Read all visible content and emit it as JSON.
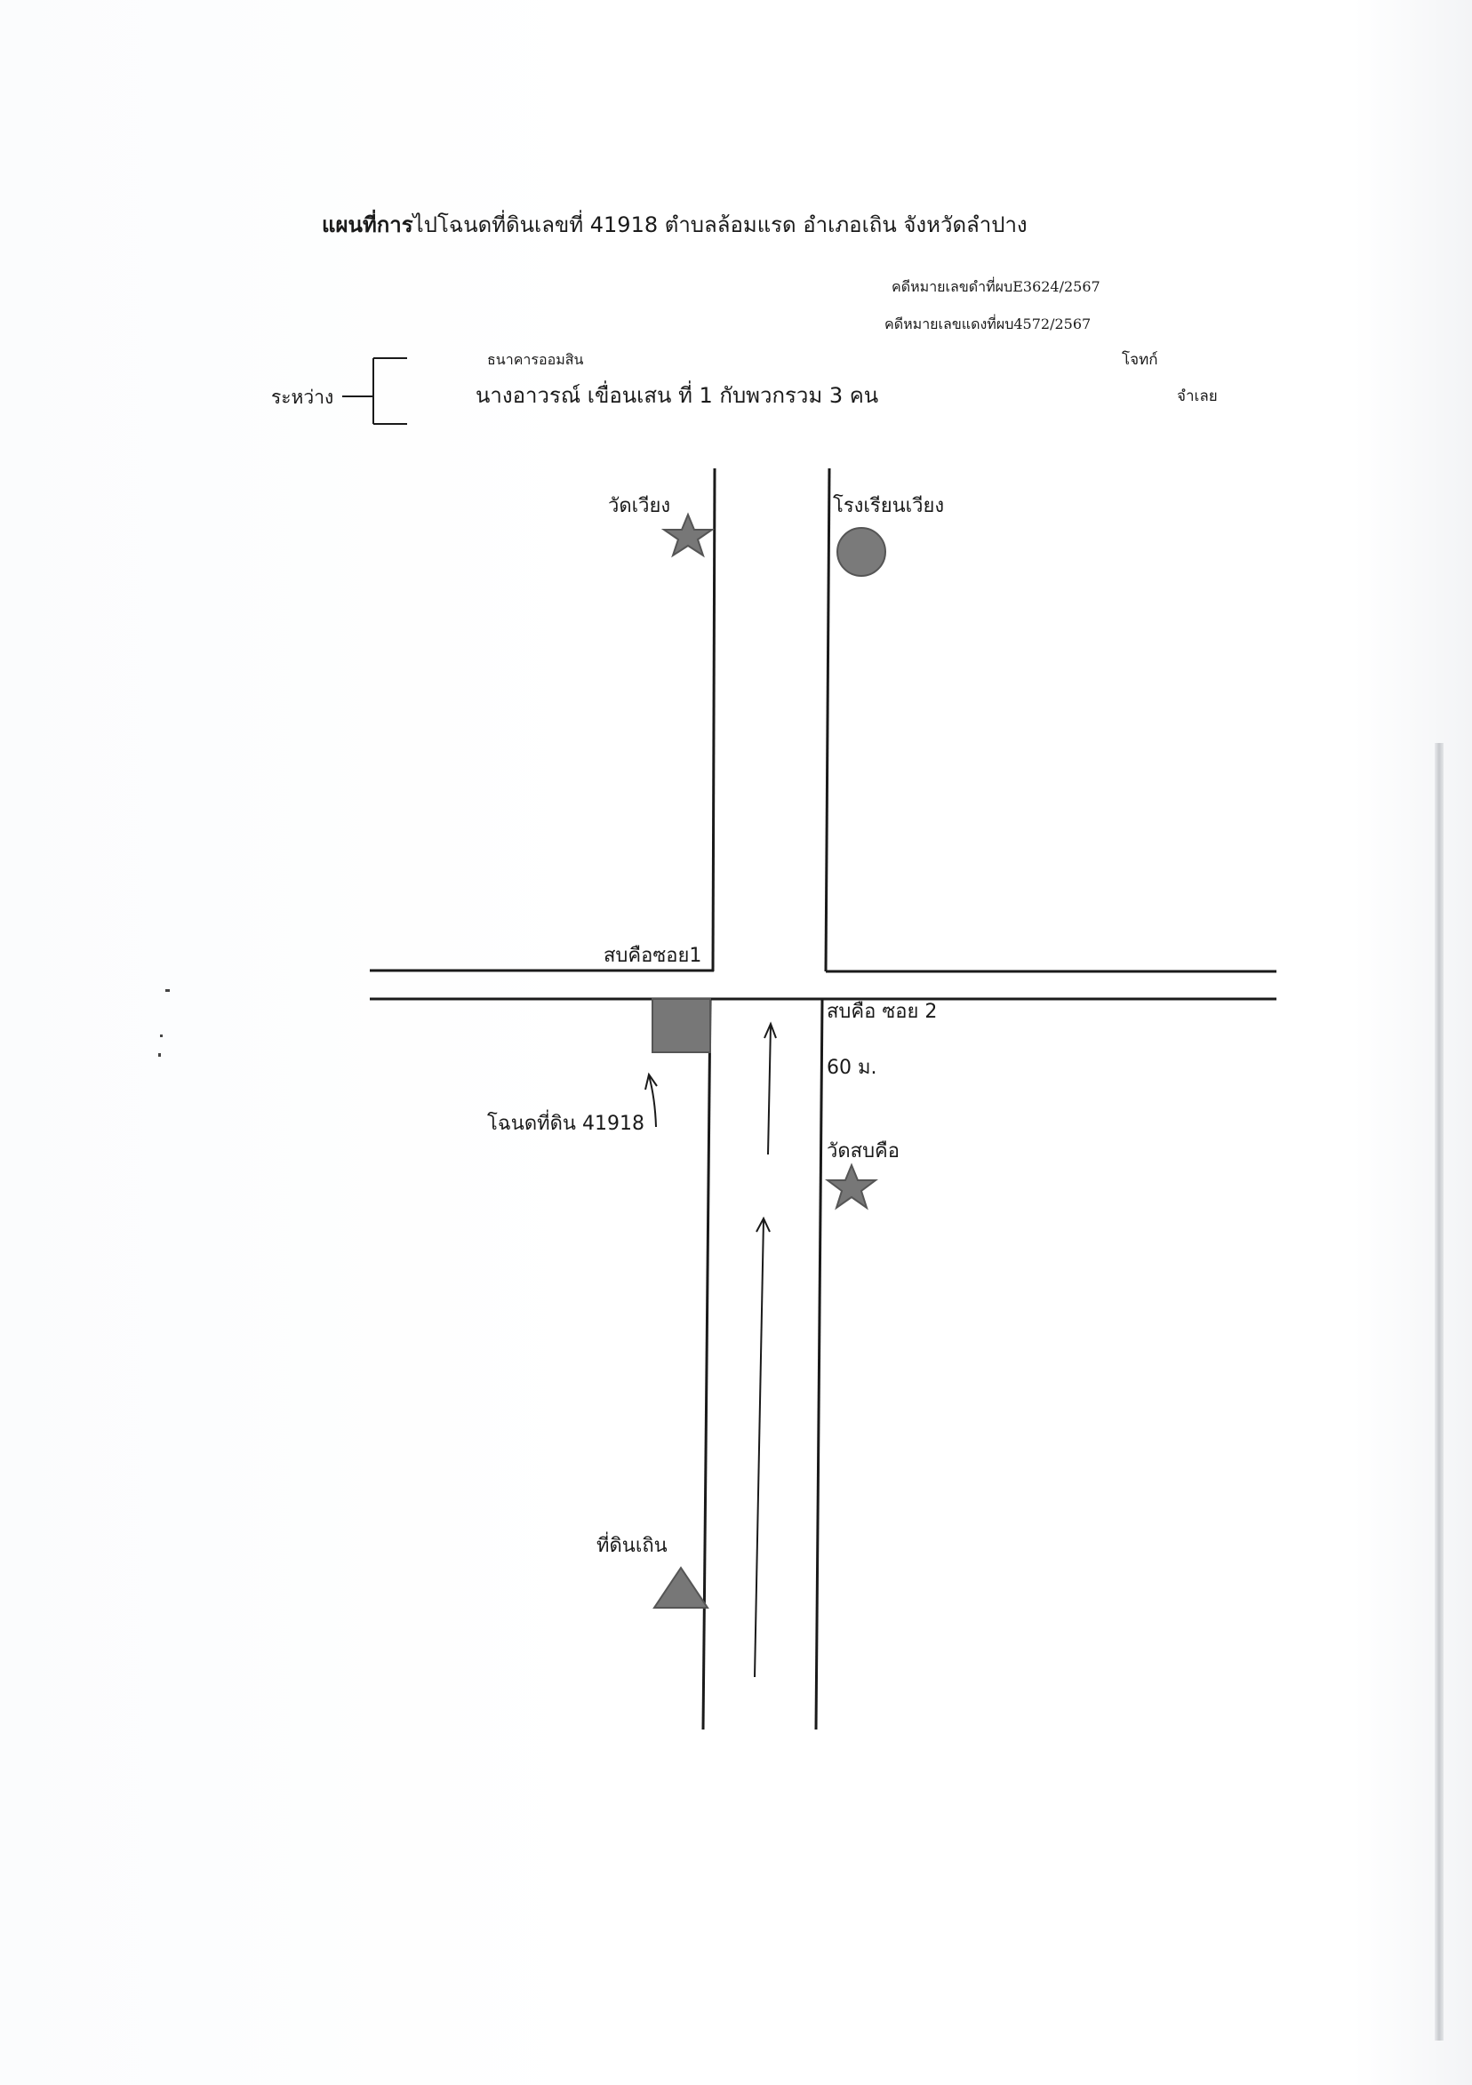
{
  "header": {
    "title_bold": "แผนที่การ",
    "title_rest": "ไปโฉนดที่ดินเลขที่ 41918  ตำบลล้อมแรด  อำเภอเถิน จังหวัดลำปาง",
    "case_black": "คดีหมายเลขดำที่ผบE3624/2567",
    "case_red": "คดีหมายเลขแดงที่ผบ4572/2567"
  },
  "parties": {
    "between_label": "ระหว่าง",
    "plaintiff": "ธนาคารออมสิน",
    "plaintiff_role": "โจทก์",
    "defendant": "นางอาวรณ์  เขื่อนเสน     ที่ 1  กับพวกรวม 3  คน",
    "defendant_role": "จำเลย"
  },
  "map": {
    "landmarks": [
      {
        "key": "wat_wiang",
        "label": "วัดเวียง",
        "symbol": "star-icon"
      },
      {
        "key": "school",
        "label": "โรงเรียนเวียง",
        "symbol": "circle-icon"
      },
      {
        "key": "wat_sop_khue",
        "label": "วัดสบคือ",
        "symbol": "star-icon"
      },
      {
        "key": "land_thoen",
        "label": "ที่ดินเถิน",
        "symbol": "triangle-icon"
      }
    ],
    "roads": {
      "soi1": "สบคือซอย1",
      "soi2": "สบคือ ซอย 2"
    },
    "distance": "60 ม.",
    "deed_label": "โฉนดที่ดิน 41918",
    "colors": {
      "marker_fill": "#777777",
      "marker_stroke": "#555555",
      "line": "#1a1a1a"
    }
  }
}
